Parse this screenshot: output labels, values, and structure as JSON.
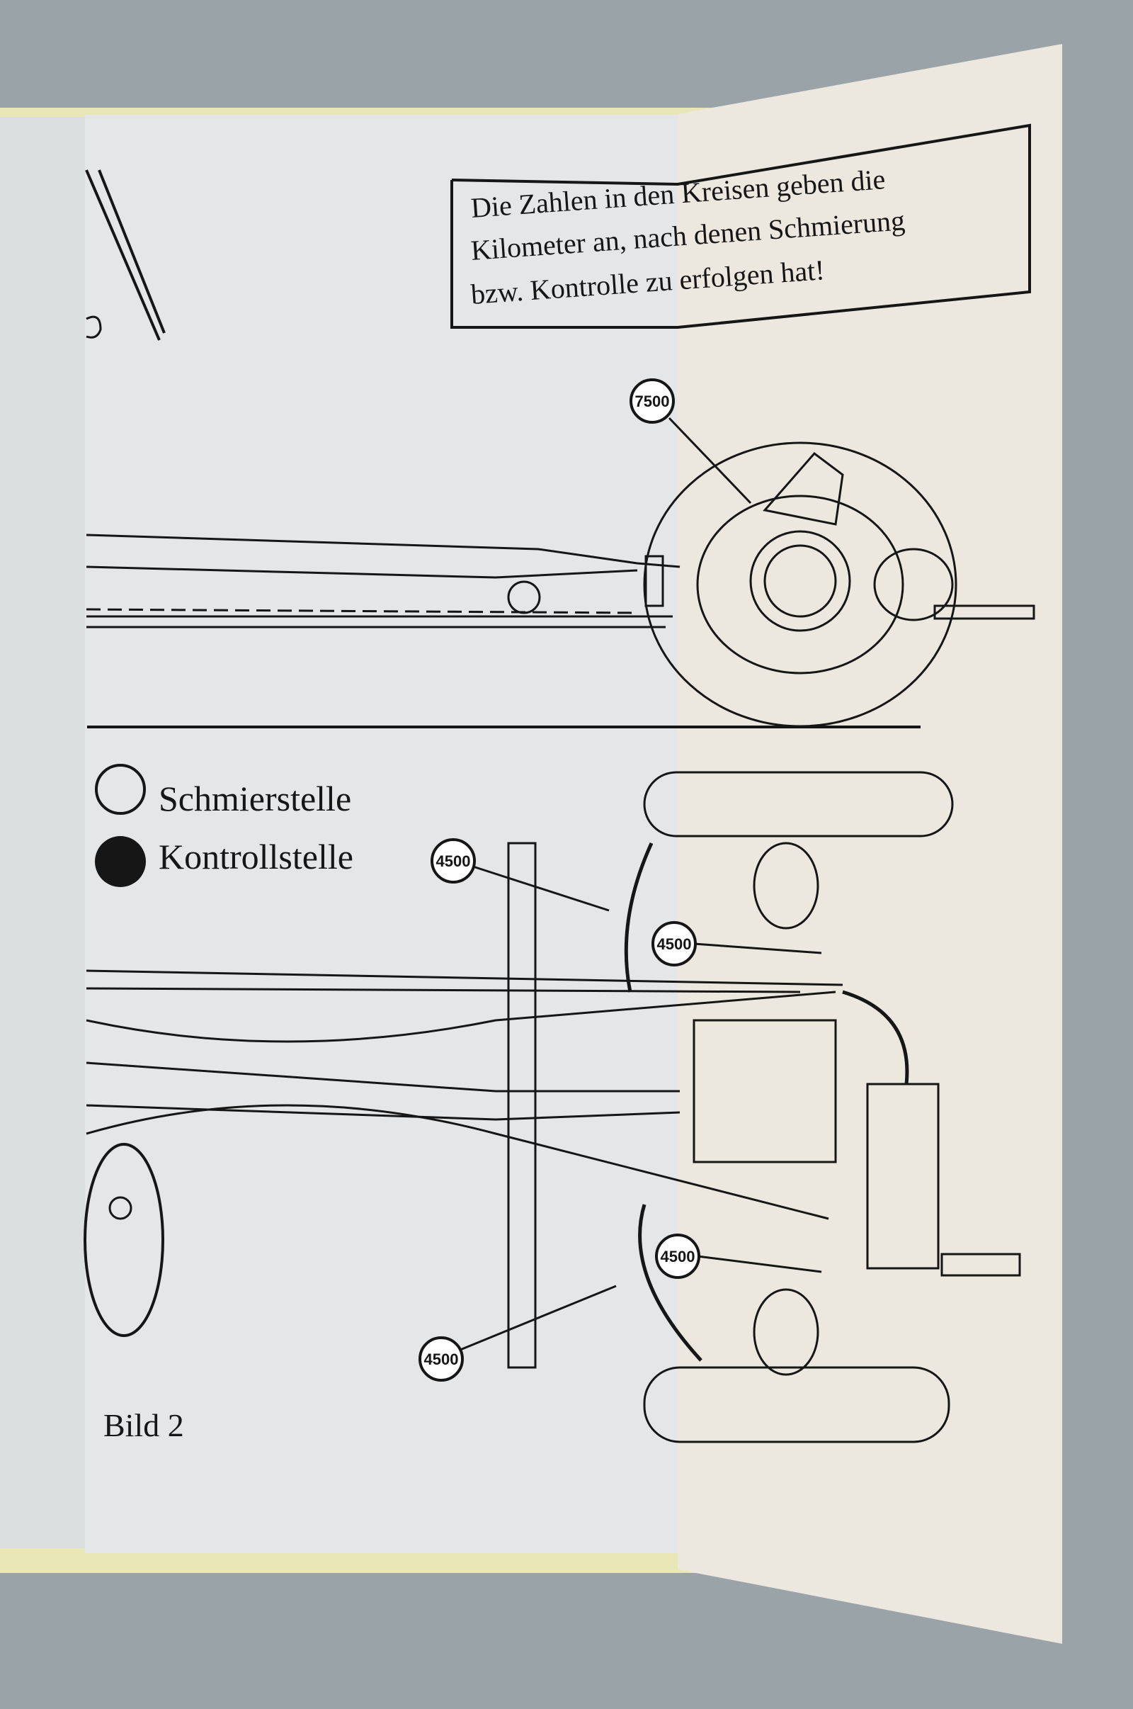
{
  "note_box": {
    "lines": [
      "Die Zahlen in den Kreisen geben die",
      "Kilometer an, nach denen Schmierung",
      "bzw. Kontrolle zu erfolgen hat!"
    ]
  },
  "legend": {
    "items": [
      {
        "label": "Schmierstelle",
        "icon": "open-circle-icon"
      },
      {
        "label": "Kontrollstelle",
        "icon": "filled-circle-icon"
      }
    ]
  },
  "callouts": [
    "7500",
    "4500",
    "4500",
    "4500",
    "4500"
  ],
  "figure_label": "Bild 2",
  "colors": {
    "background": "#9aa3a8",
    "page": "#e4e6e8",
    "flap": "#ece7df",
    "cover": "#e9e6b8",
    "ink": "#161616"
  }
}
